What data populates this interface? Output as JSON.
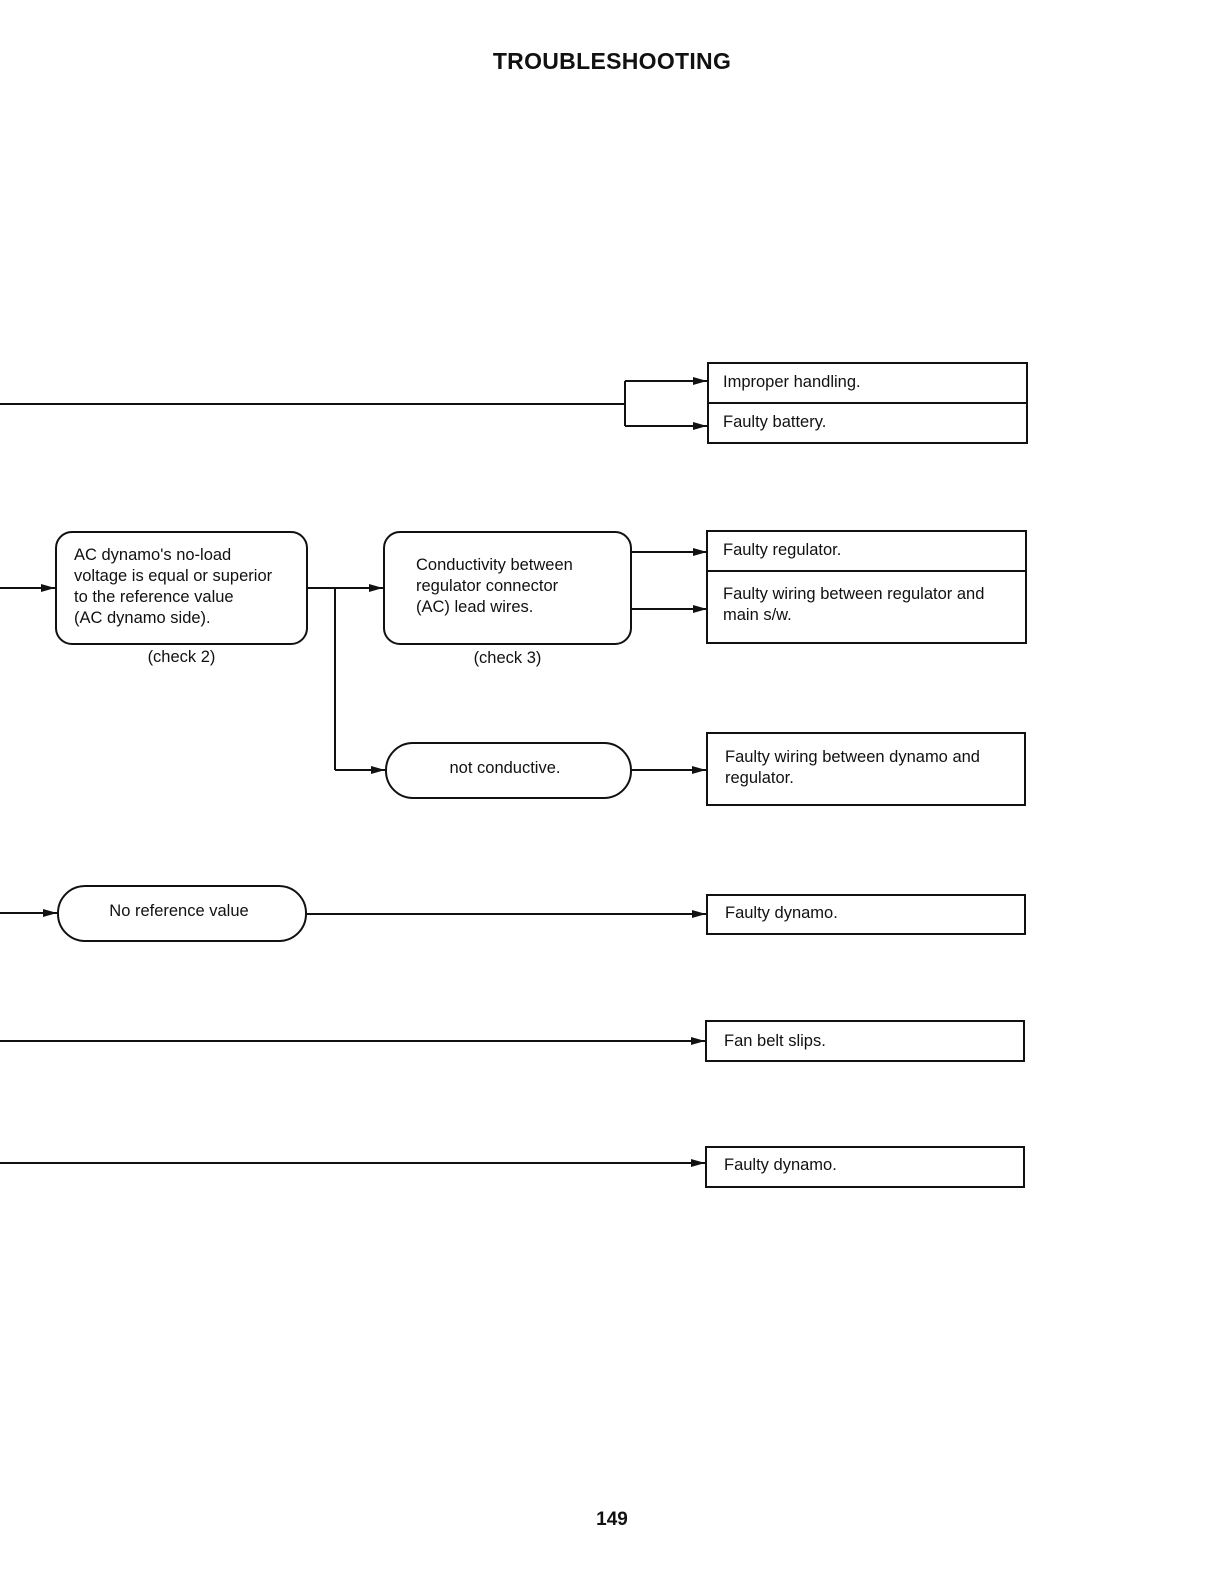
{
  "page": {
    "title": "TROUBLESHOOTING",
    "page_number": "149"
  },
  "nodes": {
    "check2_text": [
      "AC dynamo's no-load",
      "voltage is equal or superior",
      "to the reference  value",
      "(AC dynamo side)."
    ],
    "check2_caption": "(check 2)",
    "check3_text": [
      "Conductivity between",
      "regulator connector",
      "(AC) lead wires."
    ],
    "check3_caption": "(check 3)",
    "not_conductive": "not conductive.",
    "no_reference": "No reference value"
  },
  "results": {
    "improper_handling": "Improper handling.",
    "faulty_battery": "Faulty battery.",
    "faulty_regulator": "Faulty regulator.",
    "faulty_wiring_regulator_main": [
      "Faulty wiring between regulator and",
      "main s/w."
    ],
    "faulty_wiring_dynamo_regulator": [
      "Faulty wiring between dynamo and",
      "regulator."
    ],
    "faulty_dynamo_1": "Faulty dynamo.",
    "fan_belt_slips": "Fan belt slips.",
    "faulty_dynamo_2": "Faulty dynamo."
  }
}
